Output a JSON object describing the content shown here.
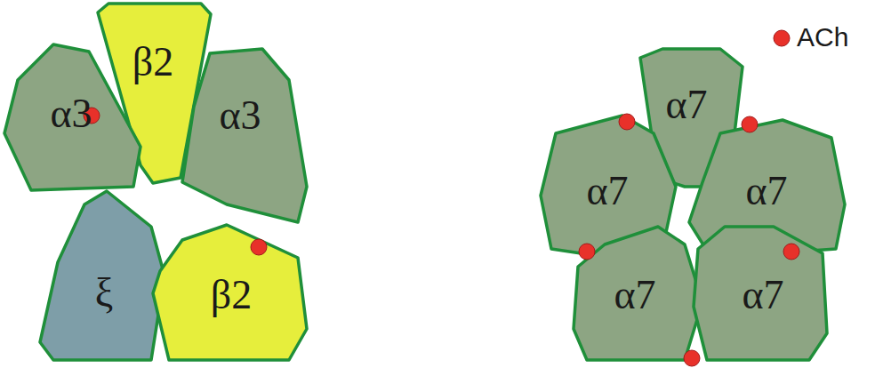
{
  "diagram": {
    "nodes": [
      {
        "text": [
          "β2"
        ]
      },
      {
        "text": [
          "α3"
        ]
      },
      {
        "text": [
          "α3"
        ]
      },
      {
        "text": [
          "ξ"
        ]
      },
      {
        "text": [
          "β2"
        ]
      },
      {
        "text": [
          "α7"
        ]
      },
      {
        "text": [
          "α7"
        ]
      },
      {
        "text": [
          "α7"
        ]
      },
      {
        "text": [
          "α7"
        ]
      },
      {
        "text": [
          "α7"
        ]
      }
    ],
    "labels": [
      "ACh"
    ]
  }
}
